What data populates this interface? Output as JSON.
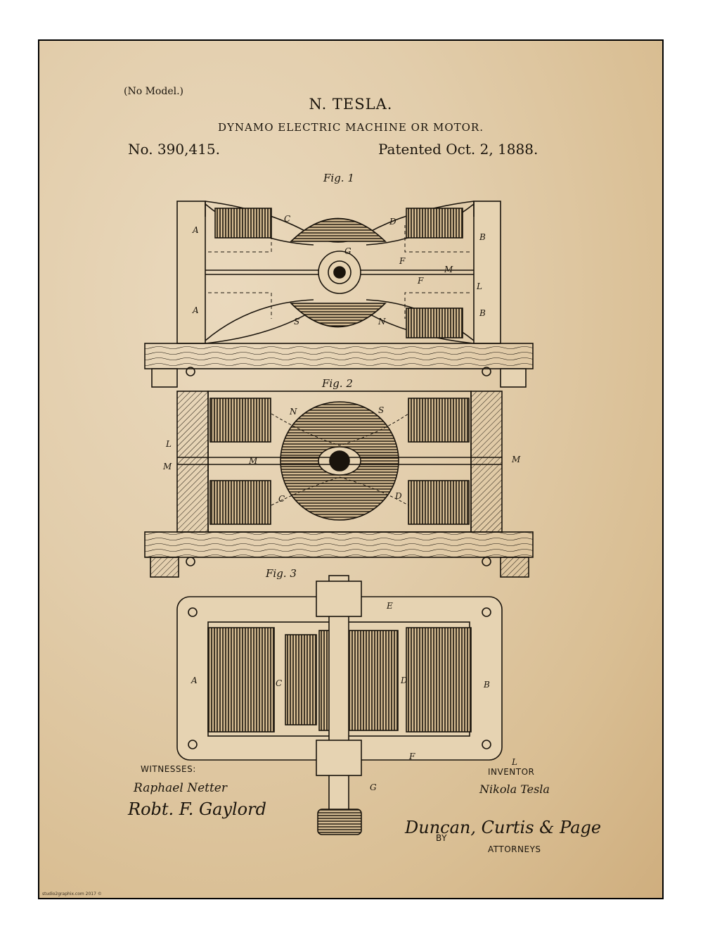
{
  "header": {
    "no_model": "(No Model.)",
    "inventor_name": "N. TESLA.",
    "title": "DYNAMO ELECTRIC MACHINE OR MOTOR.",
    "patent_number": "No. 390,415.",
    "patent_date": "Patented Oct. 2, 1888."
  },
  "figures": {
    "fig1": "Fig. 1",
    "fig2": "Fig. 2",
    "fig3": "Fig. 3"
  },
  "labels": {
    "a": "A",
    "b": "B",
    "c": "C",
    "d": "D",
    "f": "F",
    "m": "M",
    "l": "L",
    "s": "S",
    "n": "N",
    "e": "E",
    "g": "G"
  },
  "footer": {
    "witnesses_label": "WITNESSES:",
    "witness_1": "Raphael Netter",
    "witness_2": "Robt. F. Gaylord",
    "inventor_label": "INVENTOR",
    "inventor_signature": "Nikola Tesla",
    "by_label": "BY",
    "attorneys_signature": "Duncan, Curtis & Page",
    "attorneys_label": "ATTORNEYS",
    "credit": "studio2graphix.com 2017 ©"
  },
  "colors": {
    "ink": "#1a140c",
    "paper": "#e2cdab"
  }
}
